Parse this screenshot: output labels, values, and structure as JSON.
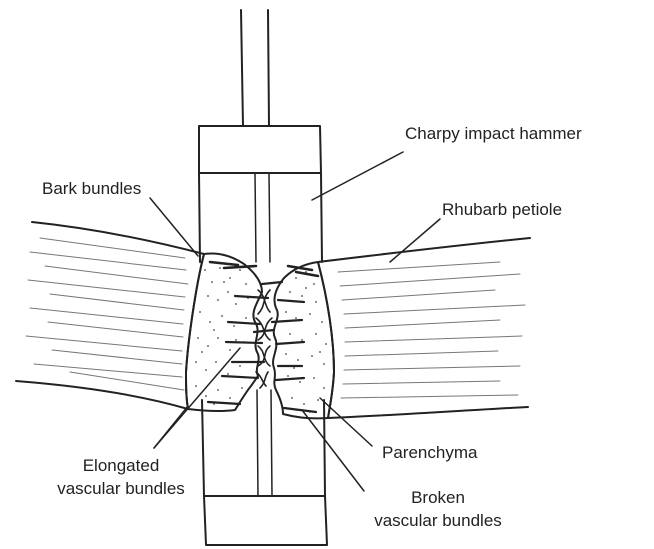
{
  "labels": {
    "charpy_hammer": "Charpy impact hammer",
    "bark_bundles": "Bark bundles",
    "rhubarb_petiole": "Rhubarb petiole",
    "elongated_line1": "Elongated",
    "elongated_line2": "vascular bundles",
    "parenchyma": "Parenchyma",
    "broken_line1": "Broken",
    "broken_line2": "vascular bundles"
  },
  "colors": {
    "ink": "#222222",
    "background": "#ffffff",
    "stipple": "#444444",
    "hatch": "#777777"
  }
}
